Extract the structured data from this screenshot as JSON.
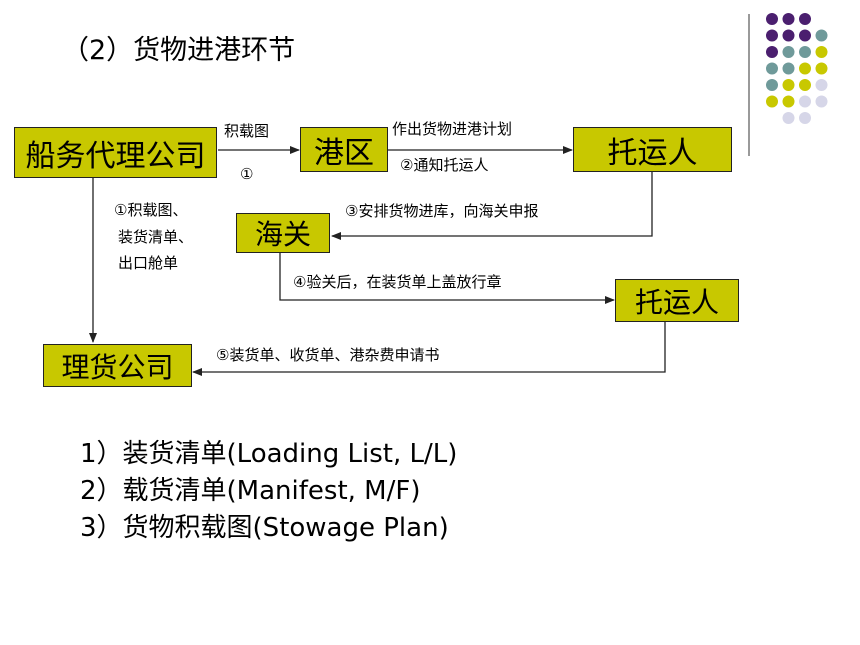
{
  "title": "（2）货物进港环节",
  "colors": {
    "box_fill": "#c8c800",
    "dot_purple": "#4b1f6f",
    "dot_teal": "#6f9a9a",
    "dot_olive": "#c8c800",
    "dot_lavender": "#d6d6e8"
  },
  "boxes": {
    "shipping_agency": "船务代理公司",
    "port_area": "港区",
    "consignor_top": "托运人",
    "customs": "海关",
    "consignor_bottom": "托运人",
    "tally_company": "理货公司"
  },
  "labels": {
    "stowage_plan": "积载图",
    "circle1": "①",
    "make_plan": "作出货物进港计划",
    "notify_consignor": "②通知托运人",
    "docs_line1": "①积载图、",
    "docs_line2": "装货清单、",
    "docs_line3": "出口舱单",
    "arrange_warehouse": "③安排货物进库，向海关申报",
    "customs_release": "④验关后，在装货单上盖放行章",
    "submit_docs": "⑤装货单、收货单、港杂费申请书"
  },
  "list": [
    "1）装货清单(Loading List, L/L)",
    "2）载货清单(Manifest, M/F)",
    "3）货物积载图(Stowage Plan)"
  ]
}
